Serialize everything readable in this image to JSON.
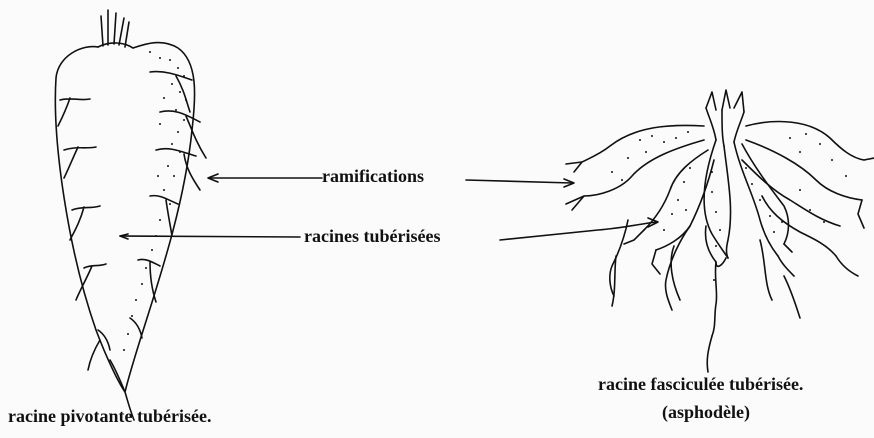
{
  "labels": {
    "ramifications": "ramifications",
    "tuberized_roots": "racines tubérisées",
    "taproot_caption": "racine pivotante tubérisée.",
    "fibrous_caption": "racine fasciculée tubérisée.",
    "fibrous_species": "(asphodèle)"
  },
  "colors": {
    "ink": "#111111",
    "paper": "#fbfbfb"
  }
}
